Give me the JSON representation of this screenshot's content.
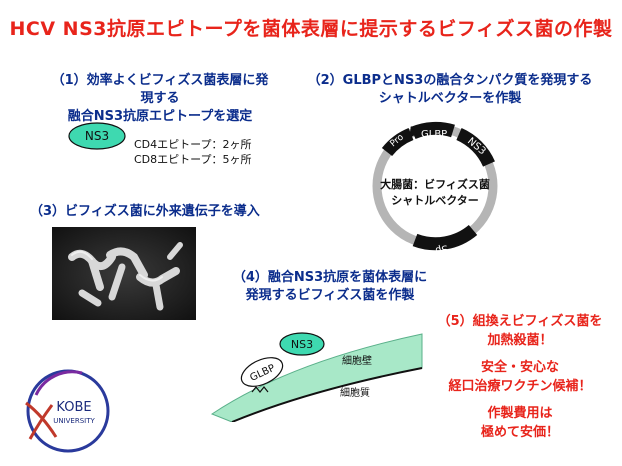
{
  "title": "HCV NS3抗原エピトープを菌体表層に提示するビフィズス菌の作製",
  "step1": {
    "line1": "（1）効率よくビフィズス菌表層に発現する",
    "line2": "融合NS3抗原エピトープを選定",
    "badge": "NS3",
    "cd4": "CD4エピトープ：2ヶ所",
    "cd8": "CD8エピトープ：5ヶ所"
  },
  "step2": {
    "line1": "（2）GLBPとNS3の融合タンパク質を発現する",
    "line2": "シャトルベクターを作製",
    "seg_pro": "Pro",
    "seg_glbp": "GLBP",
    "seg_ns3": "NS3",
    "seg_sp": "Sp",
    "center1": "大腸菌：ビフィズス菌",
    "center2": "シャトルベクター"
  },
  "step3": {
    "label": "（3）ビフィズス菌に外来遺伝子を導入"
  },
  "step4": {
    "line1": "（4）融合NS3抗原を菌体表層に",
    "line2": "発現するビフィズス菌を作製",
    "glbp": "GLBP",
    "ns3": "NS3",
    "wall": "細胞壁",
    "cytoplasm": "細胞質"
  },
  "step5": {
    "line1": "（5）組換えビフィズス菌を",
    "line2": "加熱殺菌！",
    "line3": "安全・安心な",
    "line4": "経口治療ワクチン候補！",
    "line5": "作製費用は",
    "line6": "極めて安価！"
  },
  "logo": {
    "name": "KOBE",
    "sub": "UNIVERSITY"
  },
  "colors": {
    "title_red": "#e8241b",
    "text_blue": "#0b2d8c",
    "ns3_teal": "#3ed9b0",
    "wall_green": "#a8e8c8"
  }
}
